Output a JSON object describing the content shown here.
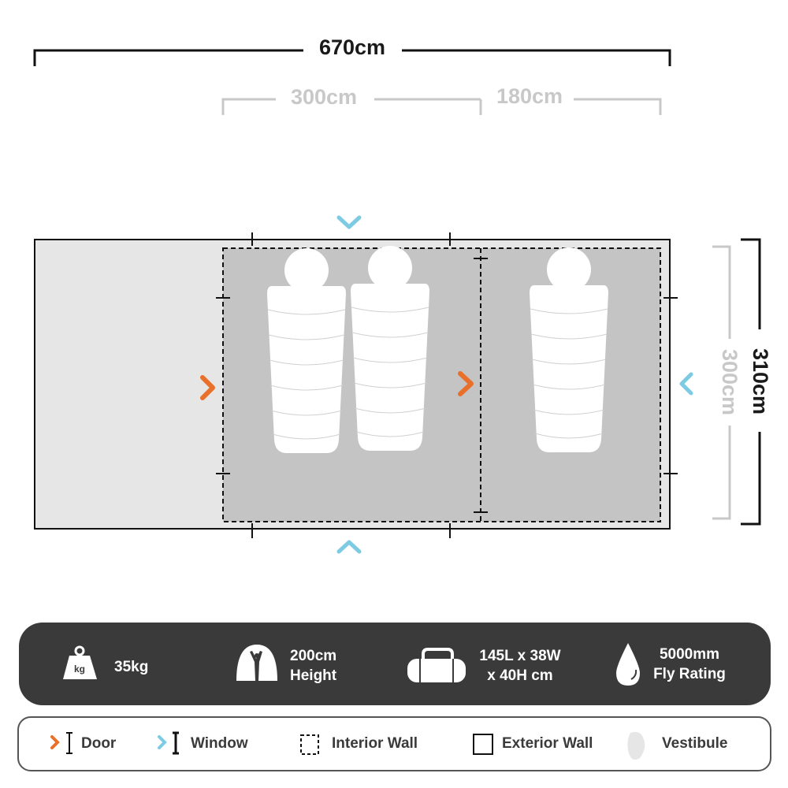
{
  "dimensions": {
    "total_length": "670cm",
    "inner_room_length": "300cm",
    "side_room_length": "180cm",
    "inner_width": "300cm",
    "total_width": "310cm"
  },
  "specs": [
    {
      "icon": "weight-icon",
      "line1": "35kg",
      "line2": ""
    },
    {
      "icon": "tent-height-icon",
      "line1": "200cm",
      "line2": "Height"
    },
    {
      "icon": "carry-bag-icon",
      "line1": "145L x 38W",
      "line2": "x 40H cm"
    },
    {
      "icon": "water-drop-icon",
      "line1": "5000mm",
      "line2": "Fly Rating"
    }
  ],
  "weight_icon_label": "kg",
  "legend": [
    {
      "icon": "door-icon",
      "label": "Door"
    },
    {
      "icon": "window-icon",
      "label": "Window"
    },
    {
      "icon": "interior-wall-icon",
      "label": "Interior Wall"
    },
    {
      "icon": "exterior-wall-icon",
      "label": "Exterior Wall"
    },
    {
      "icon": "vestibule-icon",
      "label": "Vestibule"
    }
  ],
  "colors": {
    "door": "#e8702a",
    "window": "#7ccbe3",
    "vestibule": "#e6e6e6",
    "room": "#c4c4c4",
    "panel": "#3a3a3a"
  }
}
